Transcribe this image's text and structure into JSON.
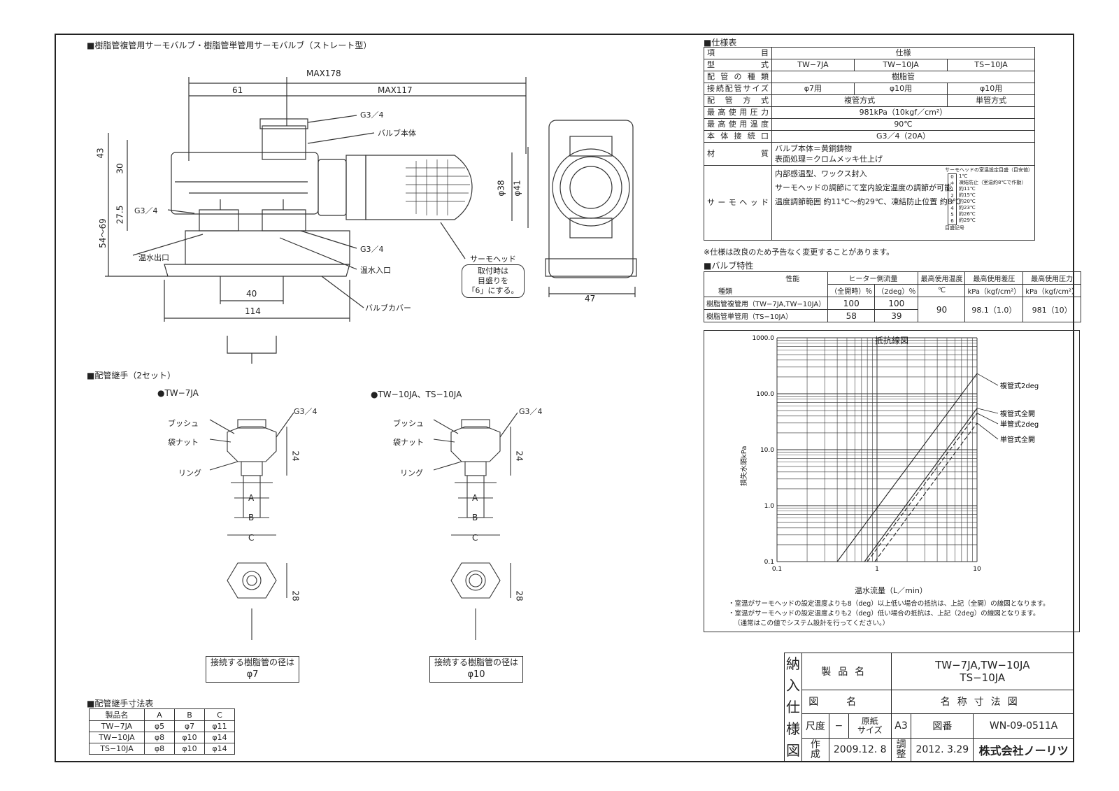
{
  "sections": {
    "main_title": "■樹脂管複管用サーモバルブ・樹脂管単管用サーモバルブ（ストレート型）",
    "fitting_title": "■配管継手（2セット）",
    "fitting_tw7": "●TW−7JA",
    "fitting_tw10": "●TW−10JA、TS−10JA",
    "fitting_table_title": "■配管継手寸法表",
    "spec_title": "■仕様表",
    "valve_title": "■バルブ特性"
  },
  "drawing": {
    "dim_max178": "MAX178",
    "dim_61": "61",
    "dim_max117": "MAX117",
    "dim_43": "43",
    "dim_30": "30",
    "dim_27_5": "27.5",
    "dim_54_69": "54〜69",
    "dim_40": "40",
    "dim_114": "114",
    "dim_38": "φ38",
    "dim_41": "φ41",
    "dim_47": "47",
    "label_g34_top": "G3／4",
    "label_body": "バルブ本体",
    "label_g34_left": "G3／4",
    "label_g34_right": "G3／4",
    "label_outlet": "温水出口",
    "label_inlet": "温水入口",
    "label_cover": "バルブカバー",
    "label_head": "サーモヘッド",
    "label_note1": "取付時は",
    "label_note2": "目盛りを",
    "label_note3": "「6」にする。"
  },
  "fitting": {
    "bush": "ブッシュ",
    "nut": "袋ナット",
    "ring": "リング",
    "g34": "G3／4",
    "dim_24": "24",
    "dim_28": "28",
    "a": "A",
    "b": "B",
    "c": "C",
    "note_tw7_1": "接続する樹脂管の径は",
    "note_tw7_2": "φ7",
    "note_tw10_1": "接続する樹脂管の径は",
    "note_tw10_2": "φ10"
  },
  "fitting_table": {
    "header": [
      "製品名",
      "A",
      "B",
      "C"
    ],
    "rows": [
      [
        "TW−7JA",
        "φ5",
        "φ7",
        "φ11"
      ],
      [
        "TW−10JA",
        "φ8",
        "φ10",
        "φ14"
      ],
      [
        "TS−10JA",
        "φ8",
        "φ10",
        "φ14"
      ]
    ]
  },
  "spec": {
    "item": "項目",
    "spec": "仕様",
    "model": "型式",
    "models": [
      "TW−7JA",
      "TW−10JA",
      "TS−10JA"
    ],
    "pipe_type": "配管の種類",
    "pipe_type_val": "樹脂管",
    "pipe_size": "接続配管サイズ",
    "pipe_sizes": [
      "φ7用",
      "φ10用",
      "φ10用"
    ],
    "pipe_method": "配管方式",
    "pipe_method_a": "複管方式",
    "pipe_method_b": "単管方式",
    "max_pressure": "最高使用圧力",
    "max_pressure_val": "981kPa（10kgf／cm²）",
    "max_temp": "最高使用温度",
    "max_temp_val": "90℃",
    "body_conn": "本体接続口",
    "body_conn_val": "G3／4（20A）",
    "material": "材質",
    "material_1": "バルブ本体＝黄銅鋳物",
    "material_2": "表面処理＝クロムメッキ仕上げ",
    "thermo": "サーモヘッド",
    "thermo_1": "内部感温型、ワックス封入",
    "thermo_2": "サーモヘッドの調節にて室内設定温度の調節が可能",
    "thermo_3": "温度調節範囲 約11℃〜約29℃、凍結防止位置 約8℃",
    "scale_title": "サーモヘッドの室温設定目盛（目安値）",
    "scale": [
      [
        "0",
        "1℃"
      ],
      [
        "＊",
        "凍結防止（室温約8℃で作動）"
      ],
      [
        "1",
        "約11℃"
      ],
      [
        "2",
        "約15℃"
      ],
      [
        "3",
        "約20℃"
      ],
      [
        "4",
        "約23℃"
      ],
      [
        "5",
        "約26℃"
      ],
      [
        "6",
        "約29℃"
      ]
    ],
    "scale_note": "目盛記号",
    "footnote": "※仕様は改良のため予告なく変更することがあります。"
  },
  "valve": {
    "perf": "性能",
    "kind": "種類",
    "heater_flow": "ヒーター側流量",
    "full_open": "（全開時）％",
    "two_deg": "（2deg）％",
    "max_temp": "最高使用温度",
    "max_temp_unit": "℃",
    "max_diff": "最高使用差圧",
    "max_diff_unit": "kPa（kgf/cm²）",
    "max_press": "最高使用圧力",
    "max_press_unit": "kPa（kgf/cm²）",
    "row1_name": "樹脂管複管用（TW−7JA,TW−10JA）",
    "row1_full": "100",
    "row1_2deg": "100",
    "row2_name": "樹脂管単管用（TS−10JA）",
    "row2_full": "58",
    "row2_2deg": "39",
    "temp": "90",
    "diff": "98.1（1.0）",
    "press": "981（10）"
  },
  "chart_data": {
    "type": "line",
    "title": "抵抗線図",
    "xlabel": "温水流量（L／min）",
    "ylabel": "損失水頭kPa",
    "xscale": "log",
    "yscale": "log",
    "xlim": [
      0.1,
      10
    ],
    "ylim": [
      0.1,
      1000
    ],
    "xticks": [
      "0.1",
      "1",
      "10"
    ],
    "yticks": [
      "0.1",
      "1.0",
      "10.0",
      "100.0",
      "1000.0"
    ],
    "series": [
      {
        "name": "複管式2deg",
        "style": "solid",
        "x": [
          0.4,
          10
        ],
        "y": [
          0.1,
          230
        ]
      },
      {
        "name": "複管式全開",
        "style": "solid",
        "x": [
          0.75,
          10
        ],
        "y": [
          0.1,
          55
        ]
      },
      {
        "name": "単管式2deg",
        "style": "dashed",
        "x": [
          0.8,
          10
        ],
        "y": [
          0.1,
          45
        ]
      },
      {
        "name": "単管式全開",
        "style": "dashed",
        "x": [
          0.95,
          10
        ],
        "y": [
          0.1,
          30
        ]
      }
    ],
    "notes": [
      "・室温がサーモヘッドの設定温度よりも8（deg）以上低い場合の抵抗は、上記（全開）の線図となります。",
      "・室温がサーモヘッドの設定温度よりも2（deg）低い場合の抵抗は、上記（2deg）の線図となります。",
      "（通常はこの値でシステム設計を行ってください。）"
    ]
  },
  "titleblock": {
    "stamp": [
      "納",
      "入",
      "仕",
      "様",
      "図"
    ],
    "product_label": "製品名",
    "product_1": "TW−7JA,TW−10JA",
    "product_2": "TS−10JA",
    "drawing_label": "図名",
    "drawing_val": "名称寸法図",
    "scale_label": "尺度",
    "scale_val": "−",
    "paper_label_1": "原紙",
    "paper_label_2": "サイズ",
    "paper_val": "A3",
    "dwg_no_label": "図番",
    "dwg_no": "WN-09-0511A",
    "made_label_1": "作",
    "made_label_2": "成",
    "made_date": "2009.12. 8",
    "adj_label_1": "調",
    "adj_label_2": "整",
    "adj_date": "2012. 3.29",
    "company": "株式会社ノーリツ"
  }
}
